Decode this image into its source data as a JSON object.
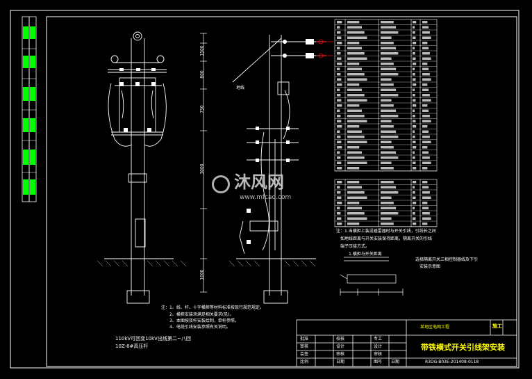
{
  "drawing": {
    "title": "带铁横式开关引线架安装",
    "project": "某地区电网工程",
    "stage": "施工",
    "drawing_no": "R3DG-B03E-201408-0118",
    "bottom_left_line1": "110kV可回变10kV出线第二~八回",
    "bottom_left_line2": "10Z-8#高压杆",
    "grounding_label": "地线",
    "watermark": {
      "brand": "沐风网",
      "url": "www.mfcad.com"
    }
  },
  "title_block": {
    "rows": [
      {
        "c1": "批准",
        "c2": "校核"
      },
      {
        "c1": "审核",
        "c2": "设计"
      },
      {
        "c1": "会签",
        "c2": "审核"
      },
      {
        "c1": "比例",
        "c2": "日期",
        "c3": "图号"
      }
    ],
    "roles": [
      "专工",
      "设计",
      "审核",
      "日期"
    ]
  },
  "notes": {
    "main_1": "注：1、线、杆、十字横担等材料标准按现行规范规定。",
    "main_2": "2、横担安装须满足相关要求(见)。",
    "main_3": "3、本图按双杆安装绘制，单杆参照。",
    "main_4": "4、电缆引线安装参照有关说明。",
    "side_1": "注：1.当横担上装设避雷器时与开关引线，引线长之间",
    "side_2": "如地线距离与开关安装保持距离，隔离开关的引线",
    "side_3": "端子压接方式。",
    "side_4": "1.横担与开关距离",
    "side_5": "选择隔离开关三相控制器线及下引",
    "side_6": "安装示意图"
  },
  "dimensions": {
    "a": "1500",
    "b": "800",
    "c": "750",
    "d": "3000",
    "e": "1000"
  },
  "colors": {
    "background": "#000000",
    "lines": "#ffffff",
    "frame": "#ffffff",
    "strip": "#00ff00",
    "accent_red": "#ff0000",
    "accent_yellow": "#ffff00"
  }
}
